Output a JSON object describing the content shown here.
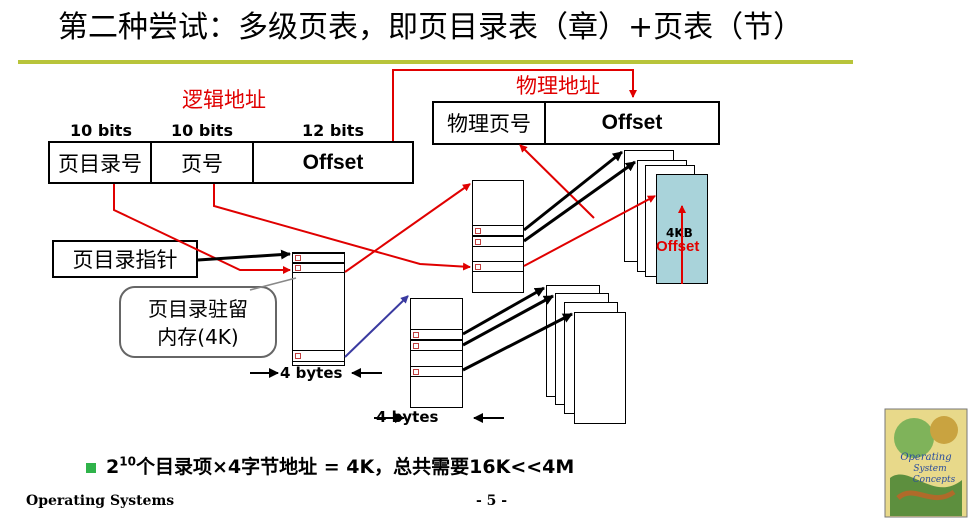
{
  "title": "第二种尝试：多级页表，即页目录表（章）+页表（节）",
  "logical_address": {
    "label": "逻辑地址",
    "bits": [
      "10 bits",
      "10 bits",
      "12 bits"
    ],
    "fields": [
      "页目录号",
      "页号",
      "Offset"
    ]
  },
  "physical_address": {
    "label": "物理地址",
    "fields": [
      "物理页号",
      "Offset"
    ]
  },
  "page_dir_pointer": "页目录指针",
  "callout": [
    "页目录驻留",
    "内存(4K)"
  ],
  "bytes_label_1": "4 bytes",
  "bytes_label_2": "4 bytes",
  "page_size": "4KB",
  "page_offset": "Offset",
  "bullet": {
    "prefix": "2",
    "exponent": "10",
    "text": "个目录项×4字节地址 = 4K，总共需要16K<<4M"
  },
  "footer_left": "Operating Systems",
  "footer_page": "- 5 -",
  "colors": {
    "accent_red": "#e00000",
    "rule": "#b8c43a",
    "bullet": "#2fb34a",
    "blue_line": "#3a3aa0",
    "page_fill": "#a9d3da"
  },
  "cover_icon": "book-cover-icon"
}
